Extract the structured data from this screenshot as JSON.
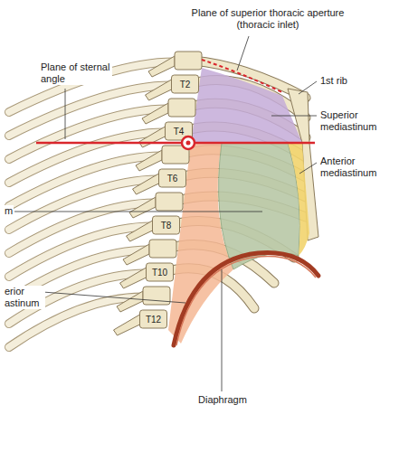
{
  "diagram": {
    "labels": [
      "Plane of superior thoracic aperture (thoracic inlet)",
      "Plane of sternal angle",
      "1st rib",
      "Superior mediastinum",
      "T2",
      "T4",
      "Anterior mediastinum",
      "T6",
      "m",
      "T8",
      "T10",
      "erior astinum",
      "T12",
      "Diaphragm"
    ]
  }
}
